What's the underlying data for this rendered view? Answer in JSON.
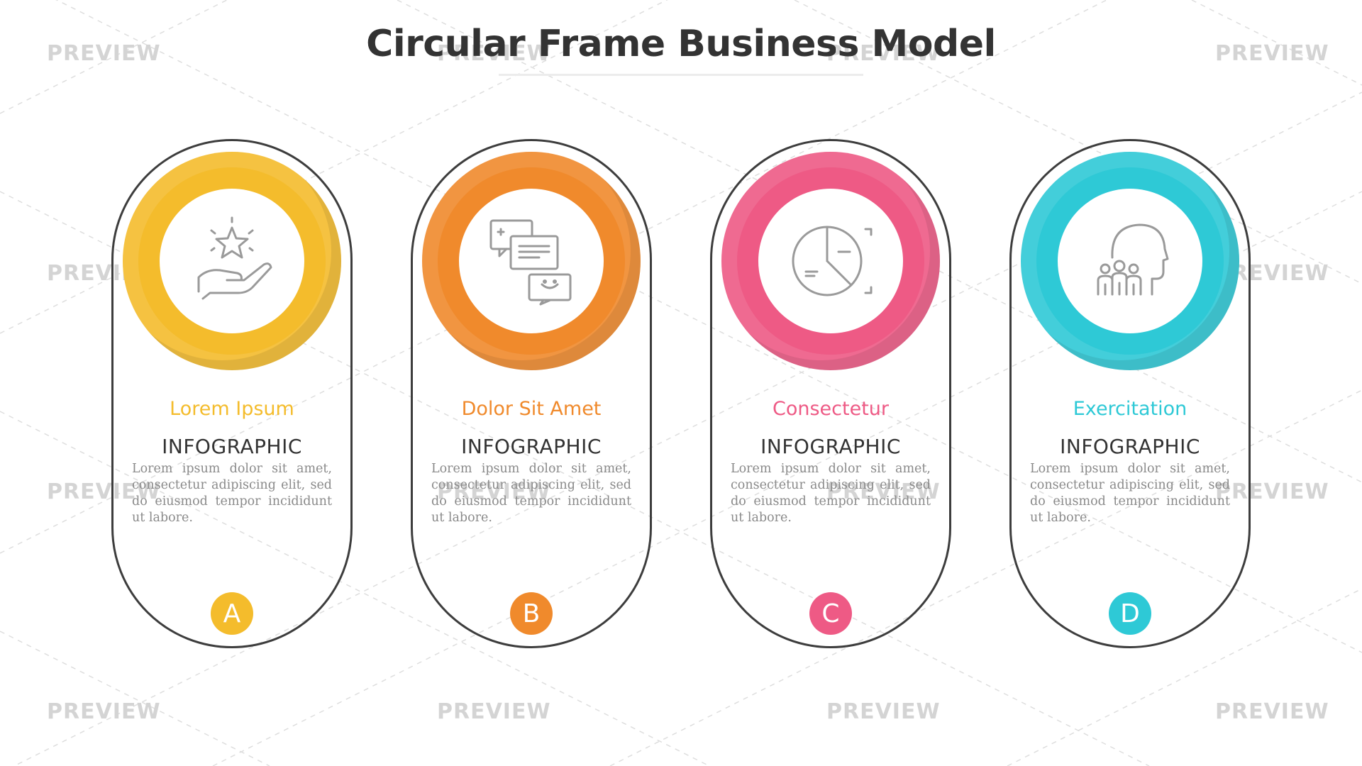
{
  "title": "Circular Frame Business Model",
  "watermark": "PREVIEW",
  "colors": {
    "yellow": "#f4bc2c",
    "orange": "#f08a2c",
    "pink": "#ee5a85",
    "teal": "#2ec9d6",
    "outline": "#3d3d3d"
  },
  "cards": [
    {
      "heading": "Lorem Ipsum",
      "subheading": "INFOGRAPHIC",
      "body": "Lorem ipsum dolor sit amet, consectetur adipiscing elit, sed do eiusmod tempor incididunt ut labore.",
      "badge": "A",
      "icon": "hand-star-icon",
      "color": "#f4bc2c"
    },
    {
      "heading": "Dolor Sit Amet",
      "subheading": "INFOGRAPHIC",
      "body": "Lorem ipsum dolor sit amet, consectetur adipiscing elit, sed do eiusmod tempor incididunt ut labore.",
      "badge": "B",
      "icon": "chat-bubbles-icon",
      "color": "#f08a2c"
    },
    {
      "heading": "Consectetur",
      "subheading": "INFOGRAPHIC",
      "body": "Lorem ipsum dolor sit amet, consectetur adipiscing elit, sed do eiusmod tempor incididunt ut labore.",
      "badge": "C",
      "icon": "pie-chart-icon",
      "color": "#ee5a85"
    },
    {
      "heading": "Exercitation",
      "subheading": "INFOGRAPHIC",
      "body": "Lorem ipsum dolor sit amet, consectetur adipiscing elit, sed do eiusmod tempor incididunt ut labore.",
      "badge": "D",
      "icon": "team-head-icon",
      "color": "#2ec9d6"
    }
  ]
}
